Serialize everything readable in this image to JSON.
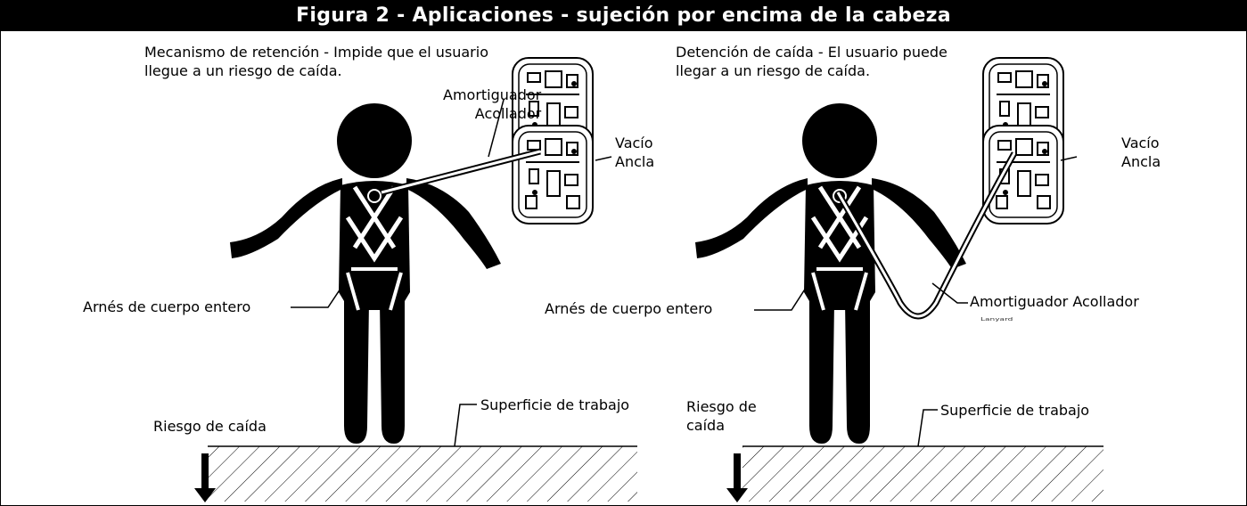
{
  "figure_title": "Figura 2 - Aplicaciones - sujeción por encima de la cabeza",
  "left_panel": {
    "heading": "Mecanismo de retención - Impide que el usuario\nllegue a un riesgo de caída.",
    "lanyard_label": "Amortiguador\nAcollador",
    "anchor_label": "Vacío\nAncla",
    "harness_label": "Arnés de cuerpo entero",
    "surface_label": "Superficie de trabajo",
    "fall_hazard_label": "Riesgo de caída"
  },
  "right_panel": {
    "heading": "Detención de caída - El usuario puede\nllegar a un riesgo de caída.",
    "anchor_label": "Vacío\nAncla",
    "lanyard_label": "Amortiguador Acollador",
    "lanyard_ghost_label": "Lanyard",
    "harness_label": "Arnés de cuerpo entero",
    "surface_label": "Superficie de trabajo",
    "fall_hazard_label": "Riesgo de\ncaída"
  },
  "colors": {
    "title_bg": "#000000",
    "title_fg": "#ffffff",
    "line": "#000000"
  },
  "icons": {
    "fall_arrow": "arrow-down-icon",
    "anchor": "anchor-plate-icon",
    "worker": "worker-silhouette-icon"
  }
}
